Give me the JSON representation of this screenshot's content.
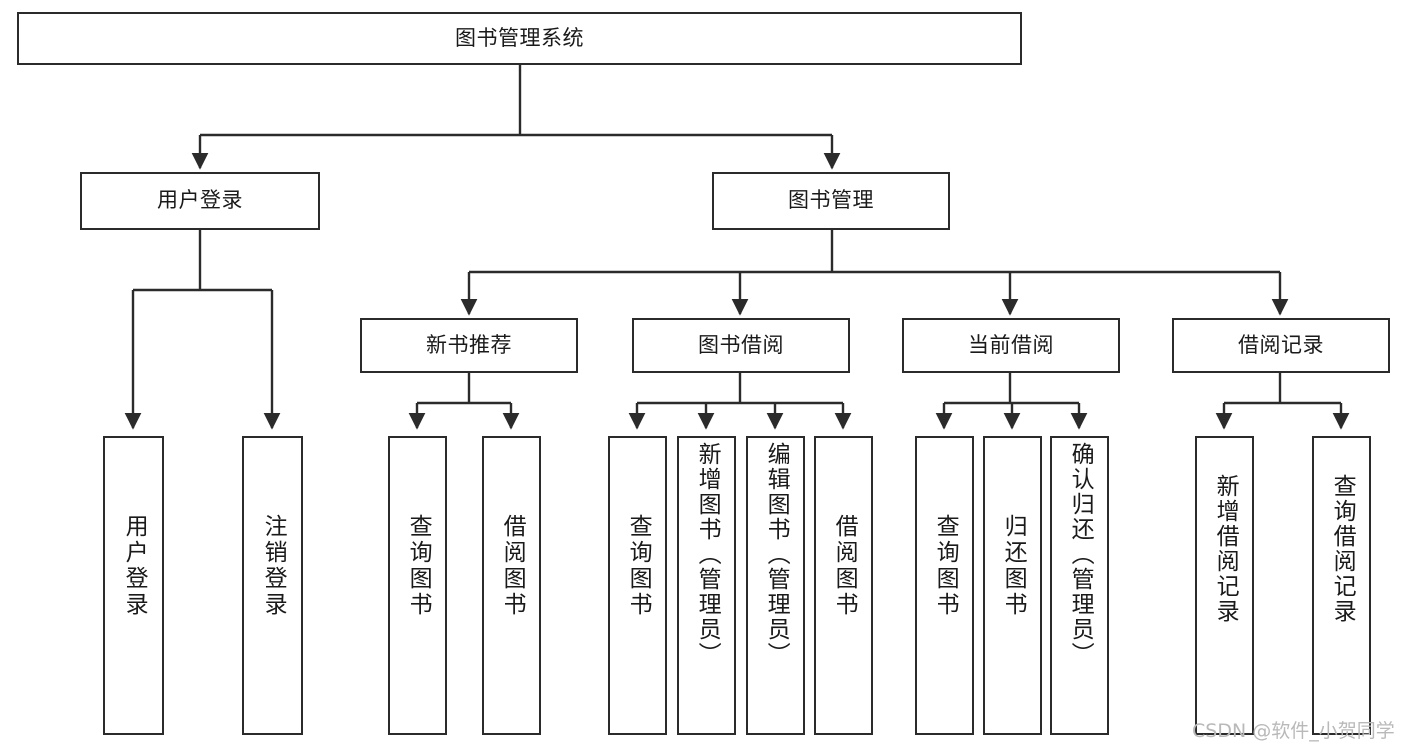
{
  "diagram": {
    "title": "图书管理系统",
    "type": "tree-hierarchy",
    "root": {
      "id": "root",
      "label": "图书管理系统",
      "orientation": "horizontal"
    },
    "level2": [
      {
        "id": "user-login",
        "label": "用户登录",
        "orientation": "horizontal"
      },
      {
        "id": "book-manage",
        "label": "图书管理",
        "orientation": "horizontal"
      }
    ],
    "level3": [
      {
        "id": "new-book-rec",
        "label": "新书推荐",
        "orientation": "horizontal",
        "parent": "book-manage"
      },
      {
        "id": "book-borrow",
        "label": "图书借阅",
        "orientation": "horizontal",
        "parent": "book-manage"
      },
      {
        "id": "current-borrow",
        "label": "当前借阅",
        "orientation": "horizontal",
        "parent": "book-manage"
      },
      {
        "id": "borrow-record",
        "label": "借阅记录",
        "orientation": "horizontal",
        "parent": "book-manage"
      }
    ],
    "leaves": [
      {
        "id": "leaf-user-login",
        "label": "用户登录",
        "parent": "user-login",
        "orientation": "vertical"
      },
      {
        "id": "leaf-user-logout",
        "label": "注销登录",
        "parent": "user-login",
        "orientation": "vertical"
      },
      {
        "id": "leaf-query-book-1",
        "label": "查询图书",
        "parent": "new-book-rec",
        "orientation": "vertical"
      },
      {
        "id": "leaf-borrow-book-1",
        "label": "借阅图书",
        "parent": "new-book-rec",
        "orientation": "vertical"
      },
      {
        "id": "leaf-query-book-2",
        "label": "查询图书",
        "parent": "book-borrow",
        "orientation": "vertical"
      },
      {
        "id": "leaf-add-book",
        "label": "新增图书（管理员）",
        "parent": "book-borrow",
        "orientation": "vertical"
      },
      {
        "id": "leaf-edit-book",
        "label": "编辑图书（管理员）",
        "parent": "book-borrow",
        "orientation": "vertical"
      },
      {
        "id": "leaf-borrow-book-2",
        "label": "借阅图书",
        "parent": "book-borrow",
        "orientation": "vertical"
      },
      {
        "id": "leaf-query-book-3",
        "label": "查询图书",
        "parent": "current-borrow",
        "orientation": "vertical"
      },
      {
        "id": "leaf-return-book",
        "label": "归还图书",
        "parent": "current-borrow",
        "orientation": "vertical"
      },
      {
        "id": "leaf-confirm-return",
        "label": "确认归还（管理员）",
        "parent": "current-borrow",
        "orientation": "vertical"
      },
      {
        "id": "leaf-add-record",
        "label": "新增借阅记录",
        "parent": "borrow-record",
        "orientation": "vertical"
      },
      {
        "id": "leaf-query-record",
        "label": "查询借阅记录",
        "parent": "borrow-record",
        "orientation": "vertical"
      }
    ],
    "colors": {
      "stroke": "#2b2b2b",
      "fill": "#ffffff",
      "text": "#1a1a1a",
      "watermark": "#b9b9b9"
    }
  },
  "watermark": {
    "text": "CSDN @软件_小贺同学"
  }
}
